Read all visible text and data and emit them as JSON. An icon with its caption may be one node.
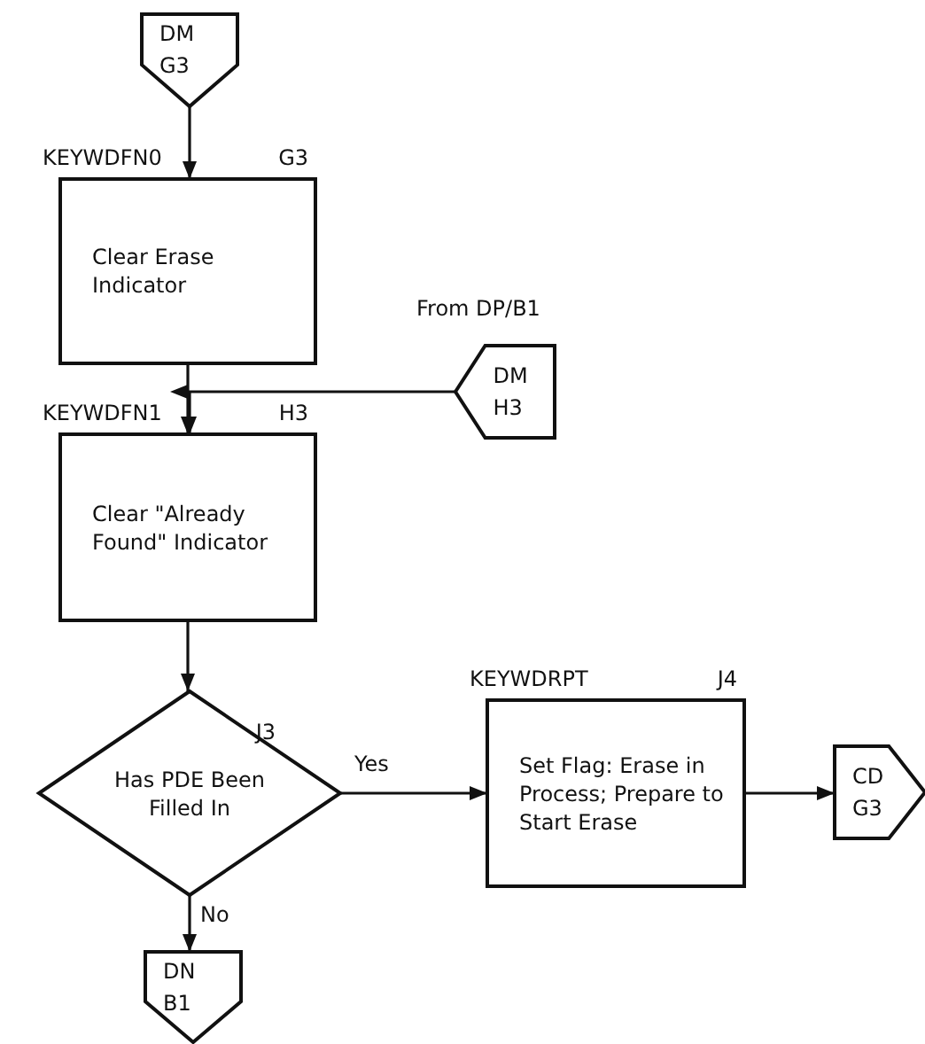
{
  "diagram": {
    "nodes": [
      {
        "text": [
          "DM G3"
        ]
      },
      {
        "text": [
          "KEYWDFN0",
          "G3",
          "Clear Erase Indicator"
        ]
      },
      {
        "text": [
          "DM H3"
        ],
        "beside": [
          "From DP/B1"
        ]
      },
      {
        "text": [
          "KEYWDFN1",
          "H3",
          "Clear \"Already Found\" Indicator"
        ]
      },
      {
        "text": [
          "J3",
          "Has PDE Been Filled In"
        ]
      },
      {
        "text": [
          "KEYWDRPT",
          "J4",
          "Set Flag: Erase in Process; Prepare to Start Erase"
        ]
      },
      {
        "text": [
          "CD G3"
        ]
      },
      {
        "text": [
          "DN B1"
        ]
      }
    ],
    "edges": [
      {
        "from": 0,
        "to": 1,
        "arrow": "to"
      },
      {
        "from": 1,
        "to": 3,
        "arrow": "to"
      },
      {
        "from": 2,
        "to": 3,
        "arrow": "to"
      },
      {
        "from": 3,
        "to": 4,
        "arrow": "to"
      },
      {
        "from": 4,
        "to": 5,
        "arrow": "to",
        "label": "Yes"
      },
      {
        "from": 5,
        "to": 6,
        "arrow": "to"
      },
      {
        "from": 4,
        "to": 7,
        "arrow": "to",
        "label": "No"
      }
    ]
  }
}
